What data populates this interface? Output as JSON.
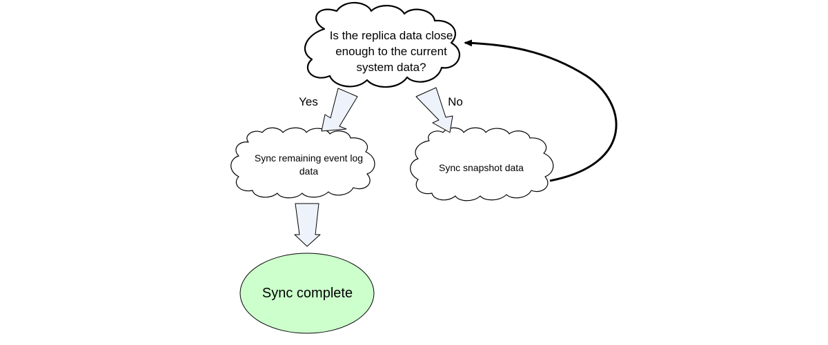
{
  "diagram": {
    "nodes": {
      "question": {
        "shape": "cloud",
        "lines": [
          "Is the replica data close",
          "enough to the current",
          "system data?"
        ]
      },
      "event_log": {
        "shape": "cloud",
        "lines": [
          "Sync remaining event log",
          "data"
        ]
      },
      "snapshot": {
        "shape": "cloud",
        "lines": [
          "Sync snapshot data"
        ]
      },
      "complete": {
        "shape": "ellipse",
        "fill": "#ccffcc",
        "lines": [
          "Sync complete"
        ]
      }
    },
    "edges": {
      "yes": {
        "from": "question",
        "to": "event_log",
        "label": "Yes",
        "style": "block-arrow"
      },
      "no": {
        "from": "question",
        "to": "snapshot",
        "label": "No",
        "style": "block-arrow"
      },
      "to_complete": {
        "from": "event_log",
        "to": "complete",
        "style": "block-arrow"
      },
      "loop": {
        "from": "snapshot",
        "to": "question",
        "style": "curved-arrow"
      }
    },
    "colors": {
      "arrow_fill": "#eef3fb",
      "complete_fill": "#ccffcc",
      "stroke": "#000000"
    }
  }
}
